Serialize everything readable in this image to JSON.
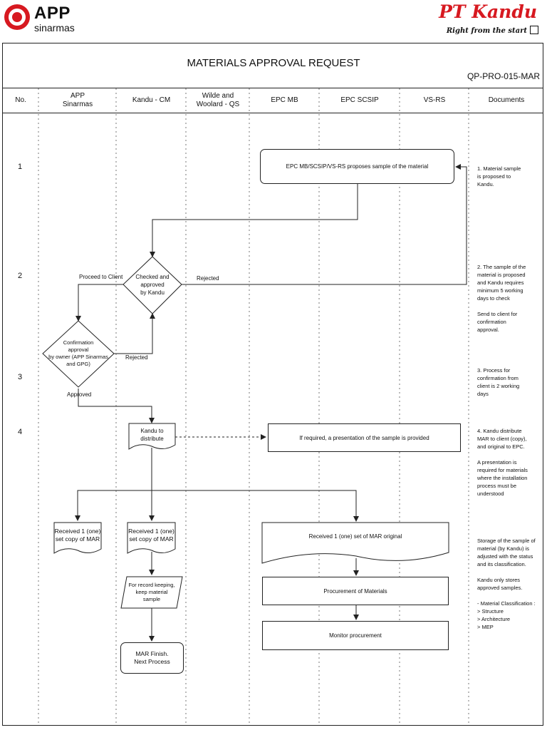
{
  "header": {
    "app_logo_text": "APP",
    "app_logo_sub": "sinarmas",
    "kandu_brand": "PT Kandu",
    "kandu_tagline": "Right from the start"
  },
  "title": "MATERIALS APPROVAL REQUEST",
  "doc_code": "QP-PRO-015-MAR",
  "columns": [
    "No.",
    "APP\nSinarmas",
    "Kandu - CM",
    "Wilde and\nWoolard - QS",
    "EPC MB",
    "EPC SCSIP",
    "VS-RS",
    "Documents"
  ],
  "rows": [
    "1",
    "2",
    "3",
    "4"
  ],
  "nodes": {
    "propose": "EPC MB/SCSIP/VS-RS proposes sample of the material",
    "check": "Checked and\napproved\nby Kandu",
    "confirm": "Confirmation\napproval\nby owner (APP Sinarmas\nand GPG)",
    "distribute": "Kandu to\ndistribute",
    "presentation": "If required, a presentation of the sample is provided",
    "received_app": "Received 1 (one)\nset copy of MAR",
    "received_kandu": "Received 1 (one)\nset copy of MAR",
    "received_epc": "Received 1 (one) set of MAR original",
    "record": "For record keeping,\nkeep material\nsample",
    "procurement": "Procurement of Materials",
    "monitor": "Monitor procurement",
    "finish": "MAR Finish.\nNext Process"
  },
  "labels": {
    "proceed": "Proceed to Client",
    "rejected_1": "Rejected",
    "rejected_2": "Rejected",
    "approved": "Approved"
  },
  "notes": {
    "n1": "1. Material sample\nis proposed to\nKandu.",
    "n2": "2. The sample of the\nmaterial is proposed\nand Kandu requires\nminimum 5 working\ndays to check\n\nSend to client for\nconfirmation\napproval.",
    "n3": "3. Process for\nconfirmation from\nclient is 2 working\ndays",
    "n4": "4. Kandu distribute\nMAR to client (copy),\nand original to EPC.\n\nA presentation is\nrequired for materials\nwhere the installation\nprocess must be\nunderstood",
    "n5": "Storage of the sample of\nmaterial (by Kandu) is\nadjusted with the status\nand its classification.\n\nKandu only stores\napproved samples.\n\n- Material Classification :\n    > Structure\n    > Architecture\n    > MEP"
  },
  "colors": {
    "brand_red": "#d71920",
    "line": "#222222"
  }
}
